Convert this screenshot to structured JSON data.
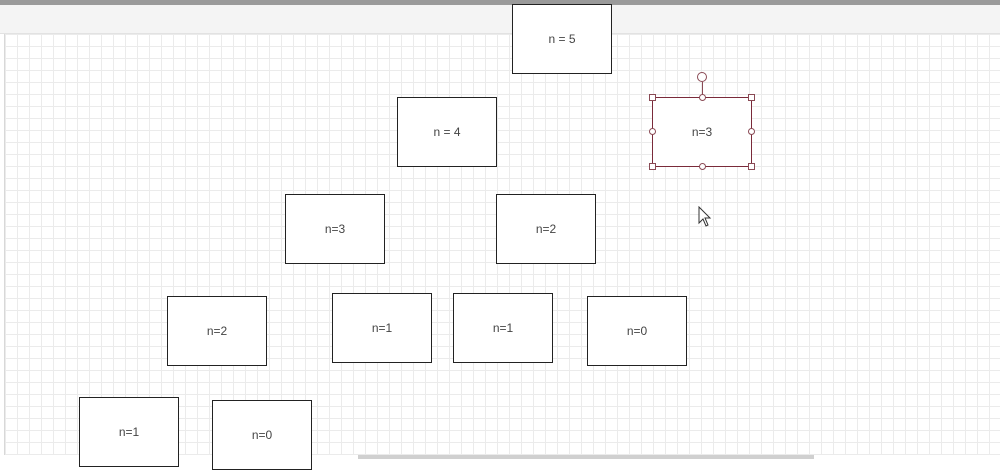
{
  "diagram": {
    "nodes": [
      {
        "id": "n5",
        "label": "n = 5"
      },
      {
        "id": "n4",
        "label": "n = 4"
      },
      {
        "id": "n3-selected",
        "label": "n=3"
      },
      {
        "id": "n3",
        "label": "n=3"
      },
      {
        "id": "n2-right",
        "label": "n=2"
      },
      {
        "id": "n2-left",
        "label": "n=2"
      },
      {
        "id": "n1-a",
        "label": "n=1"
      },
      {
        "id": "n1-b",
        "label": "n=1"
      },
      {
        "id": "n0-right",
        "label": "n=0"
      },
      {
        "id": "n1-bottom",
        "label": "n=1"
      },
      {
        "id": "n0-bottom",
        "label": "n=0"
      }
    ],
    "selected_node": "n3-selected"
  },
  "colors": {
    "node_border": "#222222",
    "selection": "#8a4a55",
    "grid": "#ebebeb"
  }
}
